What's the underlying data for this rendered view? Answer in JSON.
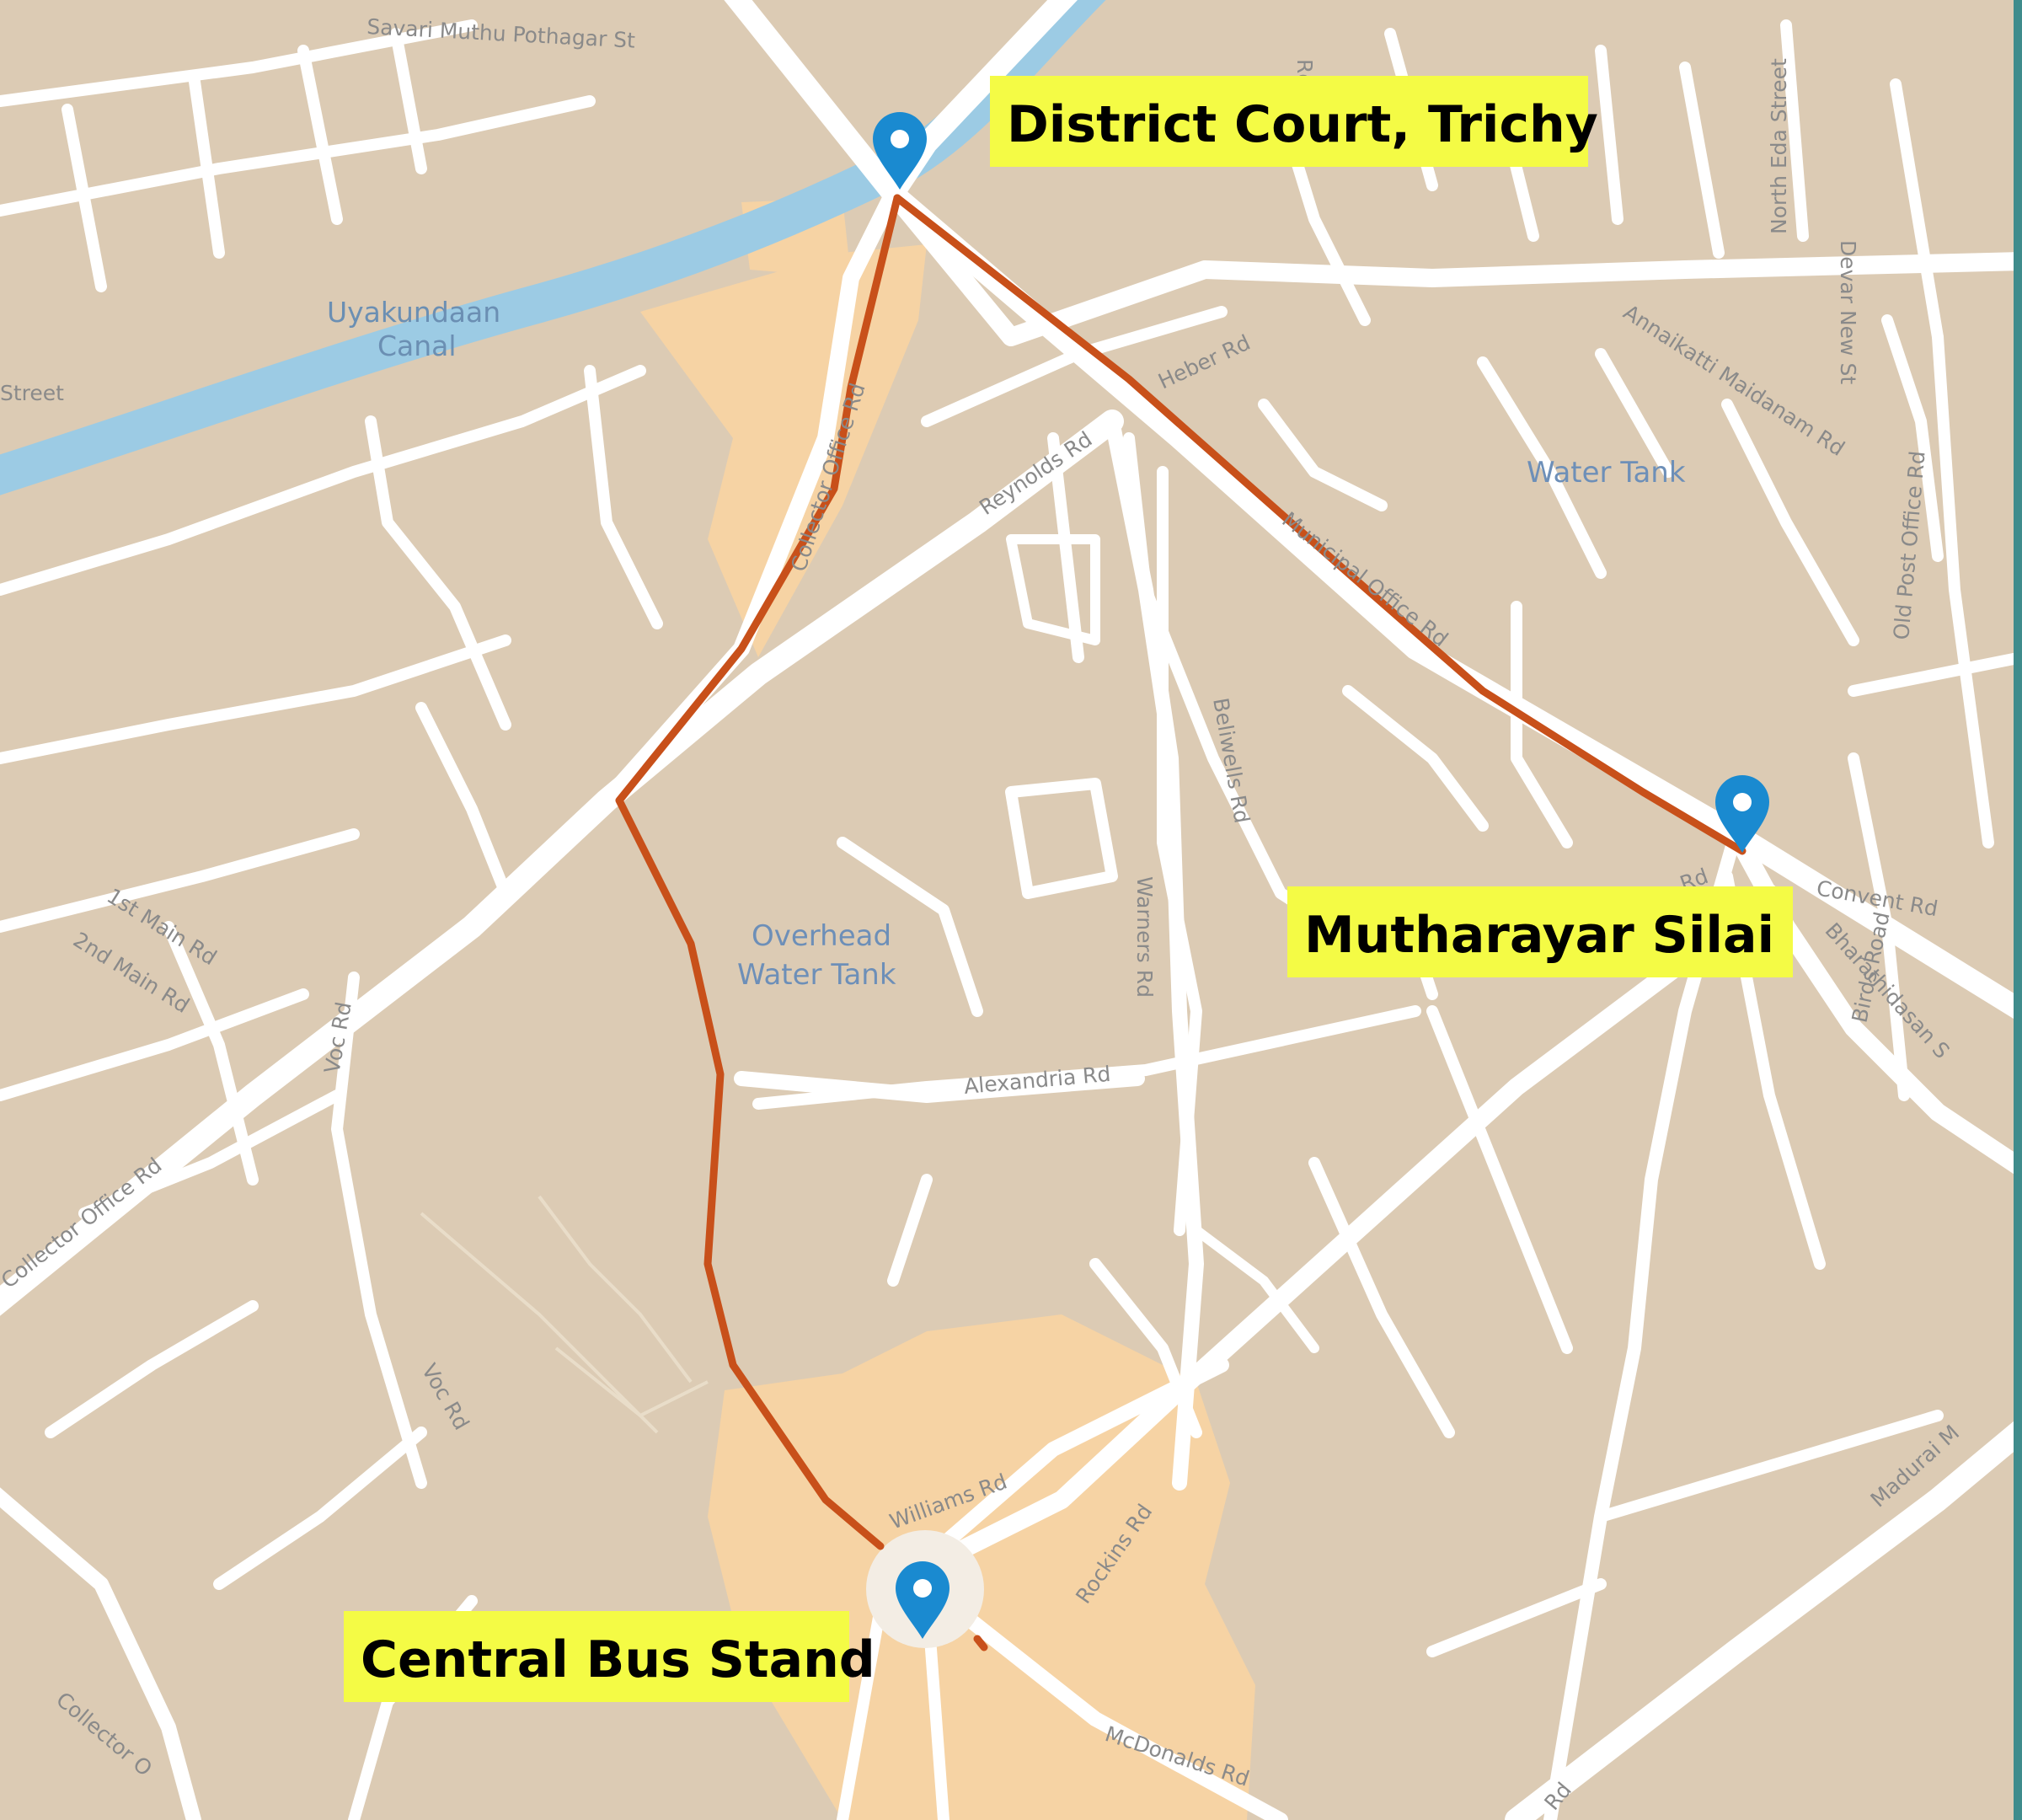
{
  "map": {
    "accent": {
      "route": "#c8501a",
      "pin": "#1a8ad0",
      "callout_bg": "#f4fb45",
      "water": "#9ccbe4",
      "land": "#dccbb4",
      "highlight_area": "#f6d3a4",
      "road": "#ffffff"
    },
    "callouts": [
      {
        "id": "district-court",
        "label": "District Court, Trichy"
      },
      {
        "id": "mutharayar-silai",
        "label": "Mutharayar Silai"
      },
      {
        "id": "central-bus-stand",
        "label": "Central Bus Stand"
      }
    ],
    "pins": [
      {
        "id": "district-court",
        "icon": "map-pin-icon"
      },
      {
        "id": "mutharayar-silai",
        "icon": "map-pin-icon"
      },
      {
        "id": "central-bus-stand",
        "icon": "map-pin-icon"
      }
    ],
    "water_labels": [
      "Uyakundaan",
      "Canal"
    ],
    "poi_labels": [
      "Water Tank",
      "Overhead",
      "Water Tank"
    ],
    "street_labels": [
      "Savari Muthu Pothagar St",
      "Street",
      "Collector Office Rd",
      "Heber Rd",
      "Reynolds Rd",
      "Municipal Office Rd",
      "Annaikatti Maidanam Rd",
      "North Eda Street",
      "Devar New St",
      "Old Post Office Rd",
      "Beliwells Rd",
      "Warners Rd",
      "Alexandria Rd",
      "1st Main Rd",
      "2nd Main Rd",
      "Collector Office Rd",
      "Voc Rd",
      "Voc Rd",
      "Convent Rd",
      "Bharathidasan S",
      "Birds Road",
      "Madurai M",
      "Williams Rd",
      "Rockins Rd",
      "McDonalds Rd",
      "Collector O",
      "Rd",
      "Rd",
      "Rd"
    ]
  }
}
